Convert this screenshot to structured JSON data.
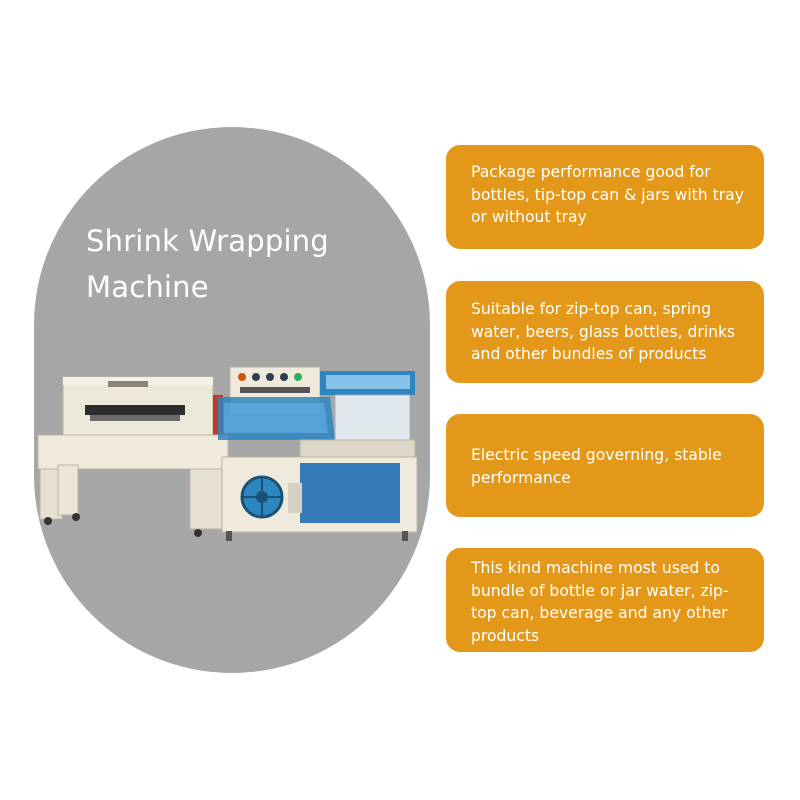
{
  "hero": {
    "title_line1": "Shrink Wrapping",
    "title_line2": "Machine",
    "background_color": "#a6a6a6"
  },
  "features": {
    "card_color": "#e39819",
    "items": [
      {
        "text": "Package performance good for bottles, tip-top can & jars with tray or without tray"
      },
      {
        "text": "Suitable for zip-top can, spring water, beers, glass bottles, drinks and other bundles of products"
      },
      {
        "text": "Electric speed governing, stable performance"
      },
      {
        "text": "This kind machine most used to bundle of bottle or jar water, zip-top can, beverage and any other products"
      }
    ]
  }
}
